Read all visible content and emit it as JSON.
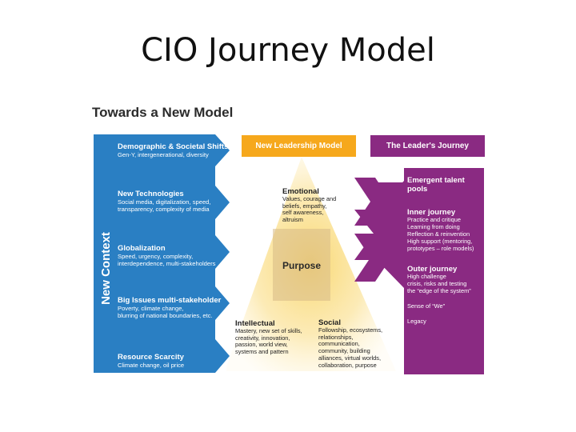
{
  "title": "CIO Journey Model",
  "heading": "Towards a New Model",
  "context_label": "New Context",
  "shifts": [
    {
      "title": "Demographic & Societal Shifts",
      "desc": [
        "Gen-Y, intergenerational, diversity"
      ]
    },
    {
      "title": "New Technologies",
      "desc": [
        "Social media, digitalization, speed,",
        "transparency, complexity of media"
      ]
    },
    {
      "title": "Globalization",
      "desc": [
        "Speed, urgency, complexity,",
        "interdependence, multi-stakeholders"
      ]
    },
    {
      "title": "Big Issues multi-stakeholder",
      "desc": [
        "Poverty, climate change,",
        "blurring of national boundaries, etc."
      ]
    },
    {
      "title": "Resource Scarcity",
      "desc": [
        "Climate change, oil price"
      ]
    }
  ],
  "leadership_model": {
    "label": "New Leadership Model",
    "emotional": {
      "title": "Emotional",
      "desc": [
        "Values, courage and",
        "beliefs, empathy,",
        "self awareness,",
        "altruism"
      ]
    },
    "purpose": "Purpose",
    "intellectual": {
      "title": "Intellectual",
      "desc": [
        "Mastery, new set of skills,",
        "creativity, innovation,",
        "passion, world view,",
        "systems and pattern"
      ]
    },
    "social": {
      "title": "Social",
      "desc": [
        "Followship, ecosystems,",
        "relationships,",
        "communication,",
        "community, building",
        "alliances, virtual worlds,",
        "collaboration, purpose"
      ]
    }
  },
  "leaders_journey": {
    "label": "The Leader's Journey",
    "emergent": {
      "title": [
        "Emergent talent",
        "pools"
      ]
    },
    "inner": {
      "title": "Inner journey",
      "desc": [
        "Practice and critique",
        "Learning from doing",
        "Reflection & reinvention",
        "High support (mentoring,",
        "prototypes – role models)"
      ]
    },
    "outer": {
      "title": "Outer journey",
      "desc": [
        "High challenge",
        "crisis, risks and testing",
        "the “edge of the system”"
      ]
    },
    "sense_of_we": "Sense of “We”",
    "legacy": "Legacy"
  },
  "colors": {
    "blue": "#2a7fc3",
    "orange": "#f6a81c",
    "purple": "#8a2a82",
    "pyramid_yellow": "#f9d66a"
  }
}
